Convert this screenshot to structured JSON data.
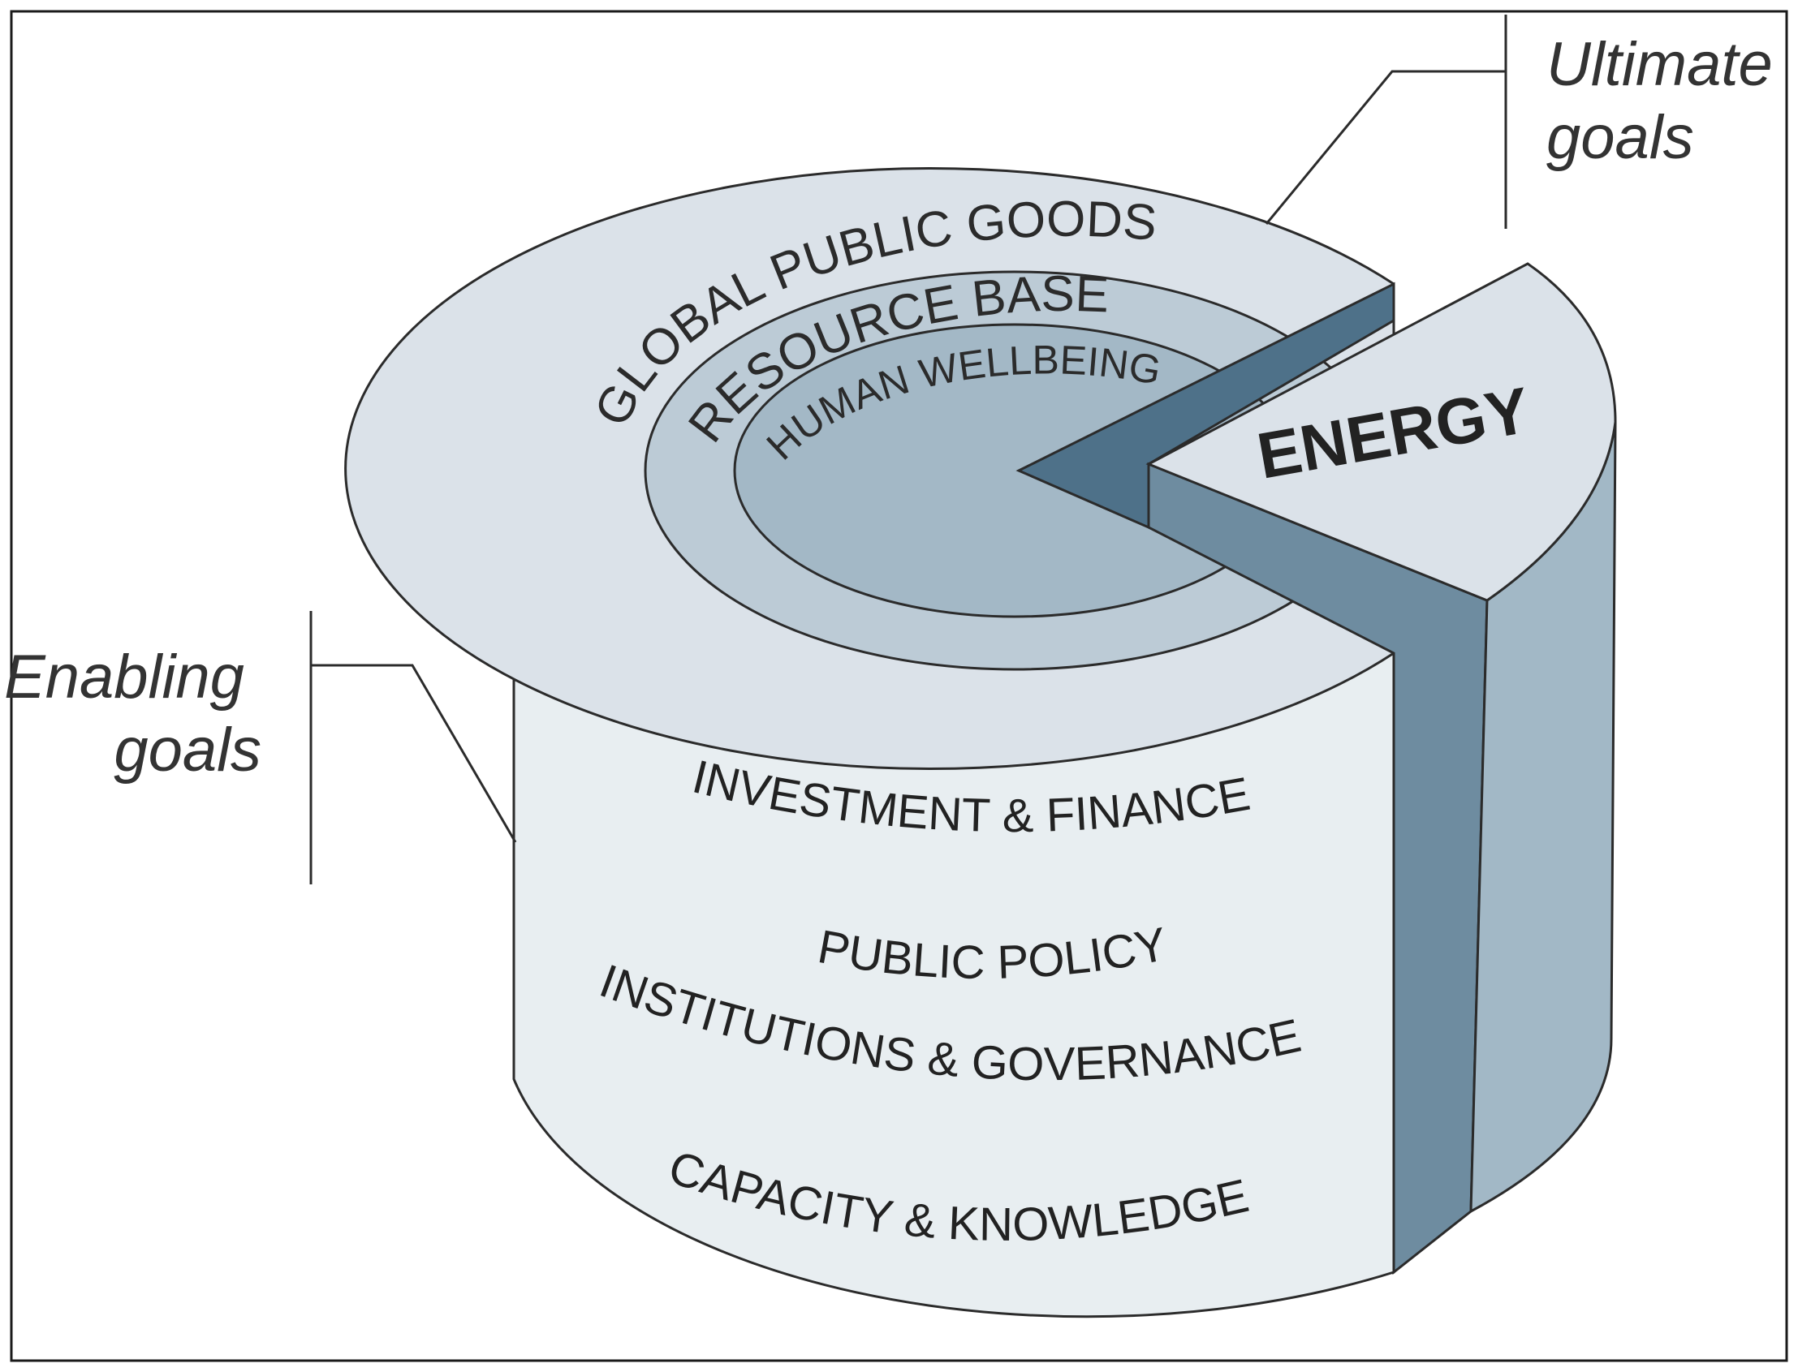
{
  "labels": {
    "ultimate_goals": [
      "Ultimate",
      "goals"
    ],
    "enabling_goals": [
      "Enabling",
      "goals"
    ]
  },
  "top_rings": {
    "outer": "GLOBAL PUBLIC GOODS",
    "middle": "RESOURCE BASE",
    "inner": "HUMAN WELLBEING"
  },
  "slice_label": "ENERGY",
  "side_bands": [
    "INVESTMENT & FINANCE",
    "PUBLIC POLICY",
    "INSTITUTIONS & GOVERNANCE",
    "CAPACITY & KNOWLEDGE"
  ],
  "colors": {
    "outer_ring": "#dbe2e9",
    "middle_ring": "#bccbd6",
    "inner_disc": "#a3b8c6",
    "cylinder_side": "#e8eef1",
    "slice_dark_face": "#4e7189",
    "slice_side_face": "#6e8ca0",
    "slice_outer_face": "#a2b8c6",
    "slice_top": "#dbe2e9",
    "outline": "#2b2b2b"
  }
}
